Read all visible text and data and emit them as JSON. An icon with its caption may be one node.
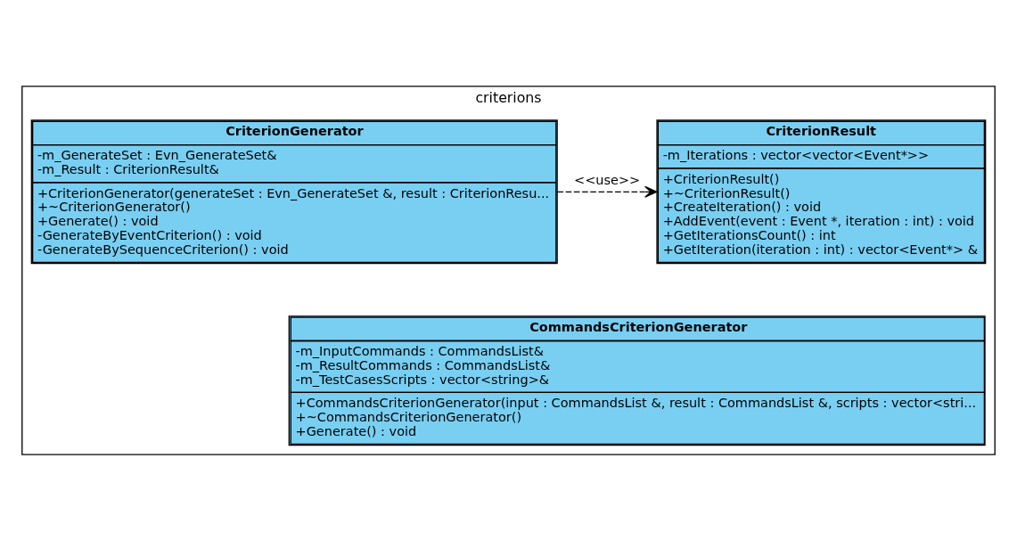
{
  "diagram": {
    "nodes": [
      {
        "text": [
          "criterions"
        ]
      },
      {
        "text": [
          "CriterionResult",
          "-m_Iterations : vector<vector<Event*>>",
          "+CriterionResult()",
          "+~CriterionResult()",
          "+CreateIteration() : void",
          "+AddEvent(event : Event *, iteration : int) : void",
          "+GetIterationsCount() : int",
          "+GetIteration(iteration : int) : vector<Event*> &"
        ],
        "in": 0
      },
      {
        "text": [
          "CriterionGenerator",
          "-m_GenerateSet : Evn_GenerateSet&",
          "-m_Result : CriterionResult&",
          "+CriterionGenerator(generateSet : Evn_GenerateSet &, result : CriterionResu...",
          "+~CriterionGenerator()",
          "+Generate() : void",
          "-GenerateByEventCriterion() : void",
          "-GenerateBySequenceCriterion() : void"
        ],
        "in": 0
      },
      {
        "text": [
          "CommandsCriterionGenerator",
          "-m_InputCommands : CommandsList&",
          "-m_ResultCommands : CommandsList&",
          "-m_TestCasesScripts : vector<string>&",
          "+CommandsCriterionGenerator(input : CommandsList &, result : CommandsList &, scripts : vector<stri...",
          "+~CommandsCriterionGenerator()",
          "+Generate() : void"
        ],
        "in": 0
      }
    ],
    "edges": [
      {
        "from": 2,
        "to": 1,
        "arrow": "to",
        "label": "<<use>>",
        "style": "dashed"
      }
    ]
  }
}
